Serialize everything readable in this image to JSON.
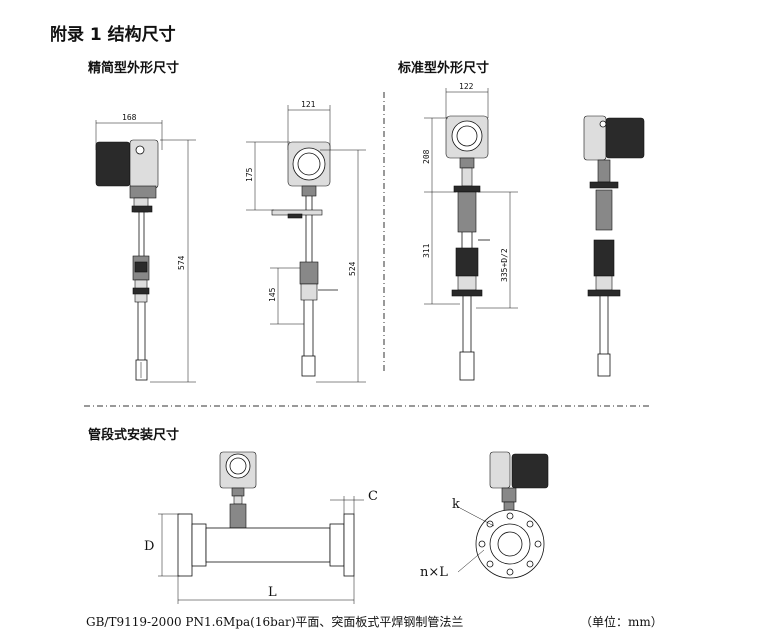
{
  "title": "附录 1 结构尺寸",
  "sections": {
    "compact": "精简型外形尺寸",
    "standard": "标准型外形尺寸",
    "pipe": "管段式安装尺寸"
  },
  "dims": {
    "compact_side_width": "168",
    "compact_side_height": "574",
    "compact_front_width": "121",
    "compact_front_head": "175",
    "compact_front_height": "524",
    "compact_front_lower": "145",
    "standard_front_width": "122",
    "standard_front_head": "208",
    "standard_front_mid": "311",
    "standard_front_total": "335+D/2"
  },
  "pipe_labels": {
    "c": "C",
    "d": "D",
    "l": "L",
    "k": "k",
    "nxl": "n×L"
  },
  "footer": {
    "standard": "GB/T9119-2000 PN1.6Mpa(16bar)平面、突面板式平焊钢制管法兰",
    "unit": "（单位：mm）"
  }
}
